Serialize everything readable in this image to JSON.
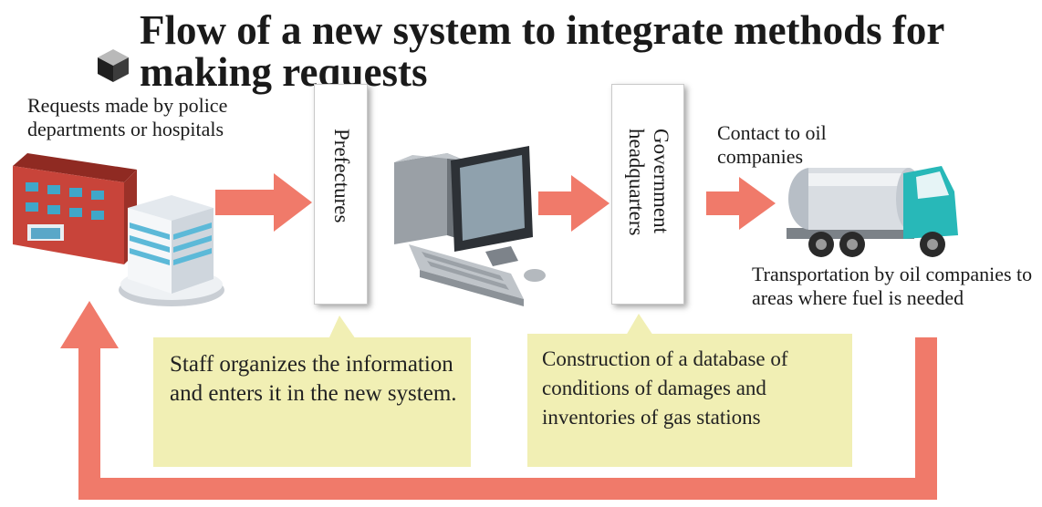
{
  "title": {
    "line1": "Flow of a new system to integrate methods for",
    "line2": "making requests",
    "icon": "cube-icon"
  },
  "request_label": "Requests made by police departments or hospitals",
  "prefectures_box": "Prefectures",
  "government_box": "Government headquarters",
  "contact_label": "Contact to oil companies",
  "transport_label": "Transportation by oil companies to areas where fuel is needed",
  "note_left": "Staff organizes the information and enters it in the new system.",
  "note_right": "Construction of a database of conditions of damages and inventories of gas stations",
  "colors": {
    "arrow": "#f07a6a",
    "note_bg": "#f1efb4",
    "building_red": "#c8443a",
    "tank_silver": "#d9dde2",
    "truck_teal": "#28b8b8"
  }
}
